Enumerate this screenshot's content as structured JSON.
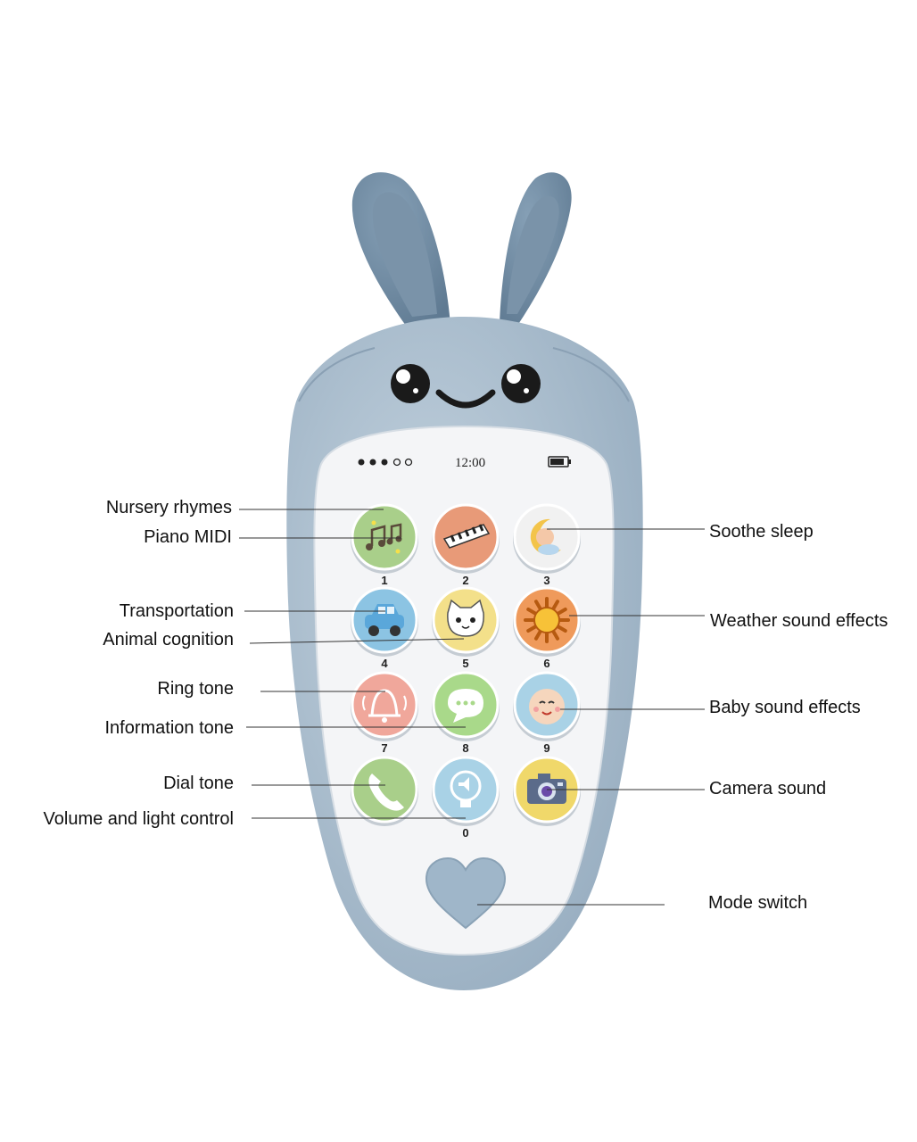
{
  "device": {
    "status_time": "12:00",
    "body_color": "#a9bccc",
    "ear_color": "#6f89a1",
    "screen_color": "#f5f6f8"
  },
  "keys": [
    {
      "number": "1",
      "icon": "music-notes-icon",
      "color": "#a9cf8a"
    },
    {
      "number": "2",
      "icon": "piano-keys-icon",
      "color": "#e89a78"
    },
    {
      "number": "3",
      "icon": "sleeping-baby-moon-icon",
      "color": "#f1f1f1"
    },
    {
      "number": "4",
      "icon": "car-icon",
      "color": "#8cc4e3"
    },
    {
      "number": "5",
      "icon": "cat-face-icon",
      "color": "#f3e08a"
    },
    {
      "number": "6",
      "icon": "sun-icon",
      "color": "#ef9a5b"
    },
    {
      "number": "7",
      "icon": "bell-icon",
      "color": "#f0a79b"
    },
    {
      "number": "8",
      "icon": "chat-bubble-icon",
      "color": "#a9d98a"
    },
    {
      "number": "9",
      "icon": "baby-face-icon",
      "color": "#a9d2e6"
    },
    {
      "number": "",
      "icon": "phone-handset-icon",
      "color": "#a9cf8a"
    },
    {
      "number": "0",
      "icon": "lightbulb-speaker-icon",
      "color": "#a9d2e6"
    },
    {
      "number": "",
      "icon": "camera-icon",
      "color": "#f0d86a"
    }
  ],
  "labels_left": [
    "Nursery rhymes",
    "Piano MIDI",
    "Transportation",
    "Animal cognition",
    "Ring tone",
    "Information tone",
    "Dial tone",
    "Volume and light control"
  ],
  "labels_right": [
    "Soothe sleep",
    "Weather sound effects",
    "Baby sound effects",
    "Camera sound",
    "Mode switch"
  ]
}
